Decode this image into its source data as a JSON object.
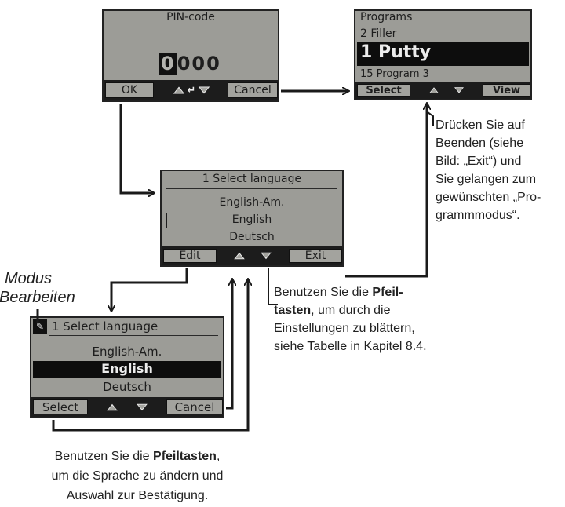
{
  "pin_screen": {
    "title": "PIN-code",
    "code_first": "0",
    "code_rest": "000",
    "ok_label": "OK",
    "cancel_label": "Cancel"
  },
  "programs_screen": {
    "title": "Programs",
    "row1": "2 Filler",
    "row2": "1 Putty",
    "row3": "15 Program 3",
    "select_label": "Select",
    "view_label": "View"
  },
  "language_screen": {
    "title": "1 Select language",
    "row1": "English-Am.",
    "row2": "English",
    "row3": "Deutsch",
    "edit_label": "Edit",
    "exit_label": "Exit"
  },
  "edit_screen": {
    "title": "1 Select language",
    "row1": "English-Am.",
    "row2": "English",
    "row3": "Deutsch",
    "select_label": "Select",
    "cancel_label": "Cancel"
  },
  "labels": {
    "modus": "Modus",
    "bearbeiten": "Bearbeiten"
  },
  "captions": {
    "exit_note": [
      "Drücken Sie auf",
      "Beenden (siehe",
      "Bild: „Exit“) und",
      "Sie gelangen zum",
      "gewünschten „Pro-",
      "grammmodus“."
    ],
    "arrow_note_1a": "Benutzen Sie die ",
    "arrow_note_1b": "Pfeil-",
    "arrow_note_2a": "tasten",
    "arrow_note_2b": ", um durch die",
    "arrow_note_3": "Einstellungen zu blättern,",
    "arrow_note_4": "siehe Tabelle in Kapitel 8.4.",
    "bottom_1a": "Benutzen Sie die ",
    "bottom_1b": "Pfeiltasten",
    "bottom_1c": ",",
    "bottom_2": "um die Sprache zu ändern und",
    "bottom_3": "Auswahl zur Bestätigung."
  }
}
